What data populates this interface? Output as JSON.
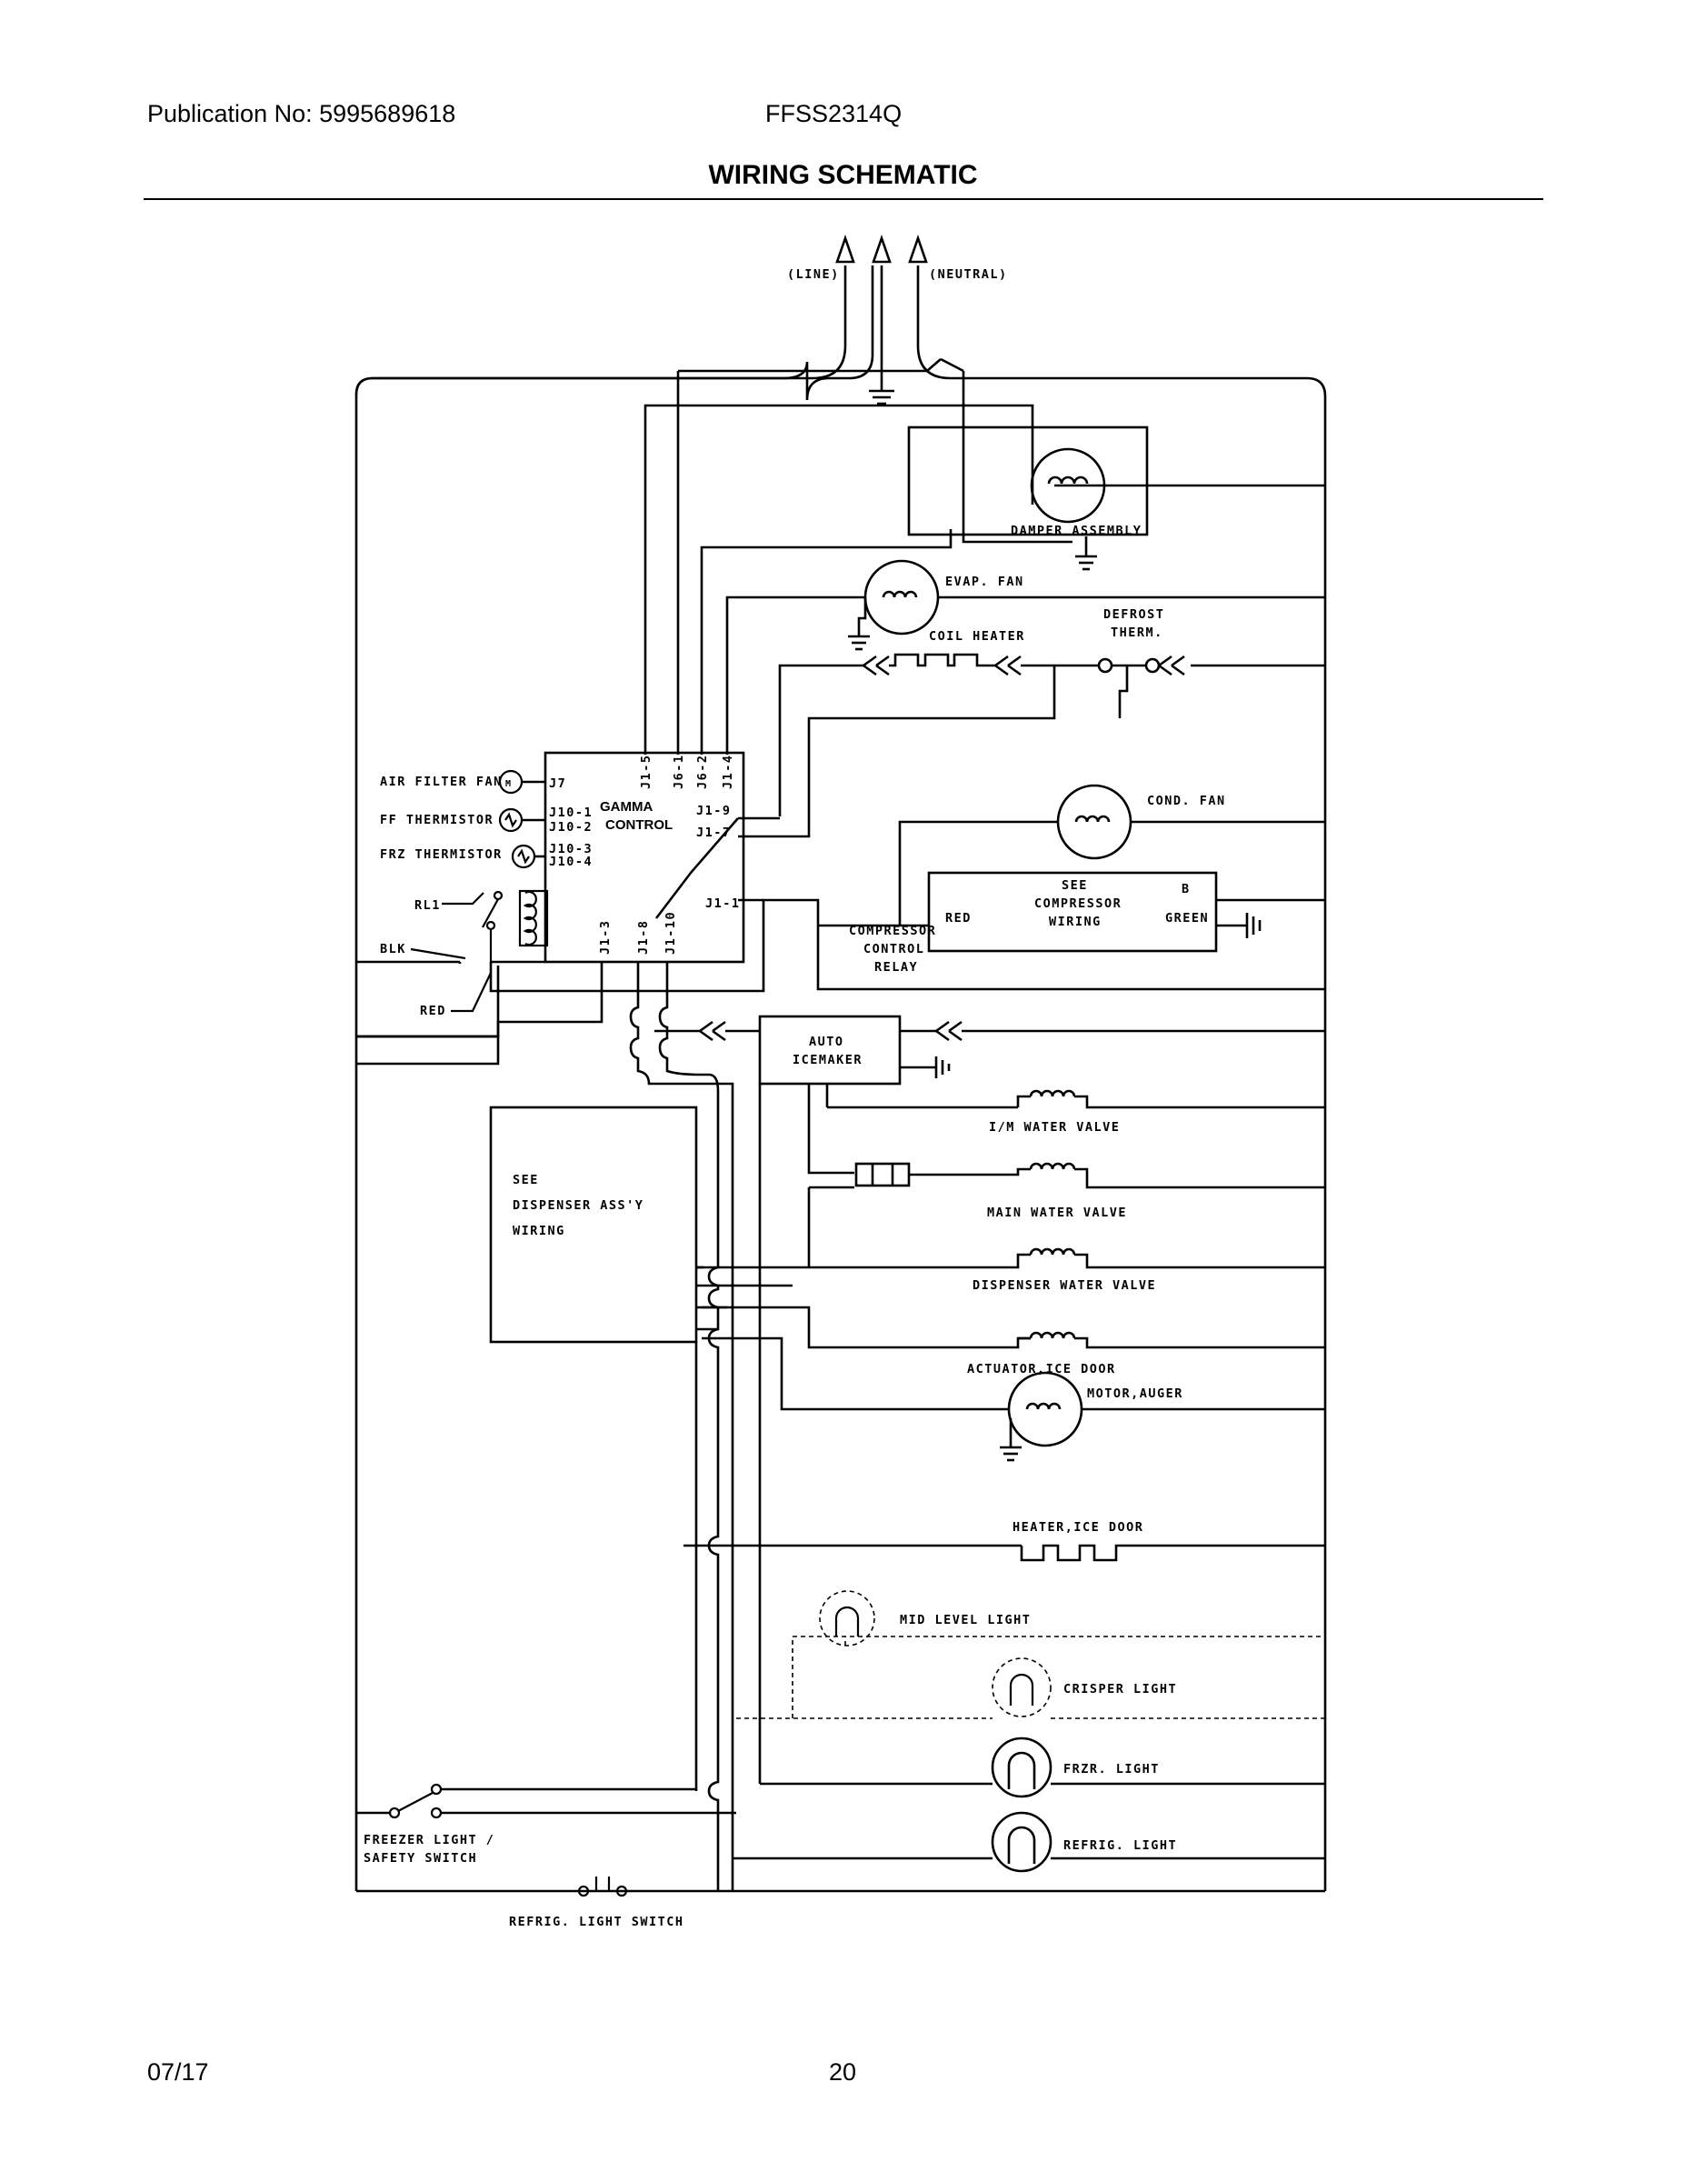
{
  "header": {
    "publication": "Publication No: 5995689618",
    "model": "FFSS2314Q",
    "title": "WIRING SCHEMATIC"
  },
  "footer": {
    "date": "07/17",
    "page": "20"
  },
  "diagram": {
    "power": {
      "line": "(LINE)",
      "neutral": "(NEUTRAL)"
    },
    "control": {
      "name": [
        "GAMMA",
        "CONTROL"
      ],
      "pins_top": [
        "J1-5",
        "J6-1",
        "J6-2",
        "J1-4"
      ],
      "pins_bottom": [
        "J1-3",
        "J1-8",
        "J1-10"
      ],
      "pins_left": [
        "J7",
        "J10-1",
        "J10-2",
        "J10-3",
        "J10-4"
      ],
      "pins_right": [
        "J1-9",
        "J1-7",
        "J1-1"
      ]
    },
    "inputs": {
      "air_filter_fan": "AIR FILTER FAN",
      "ff_thermistor": "FF THERMISTOR",
      "frz_thermistor": "FRZ THERMISTOR",
      "rl1": "RL1",
      "blk": "BLK",
      "red": "RED"
    },
    "components": {
      "damper": "DAMPER ASSEMBLY",
      "evap_fan": "EVAP. FAN",
      "coil_heater": "COIL HEATER",
      "defrost_therm": [
        "DEFROST",
        "THERM."
      ],
      "cond_fan": "COND. FAN",
      "compressor_box": [
        "SEE",
        "COMPRESSOR",
        "WIRING"
      ],
      "compressor_red": "RED",
      "compressor_b": "B",
      "compressor_green": "GREEN",
      "compressor_relay": [
        "COMPRESSOR",
        "CONTROL",
        "RELAY"
      ],
      "icemaker": [
        "AUTO",
        "ICEMAKER"
      ],
      "im_water_valve": "I/M WATER VALVE",
      "main_water_valve": "MAIN WATER VALVE",
      "dispenser_water_valve": "DISPENSER WATER VALVE",
      "actuator_ice_door": "ACTUATOR,ICE DOOR",
      "motor_auger": "MOTOR,AUGER",
      "heater_ice_door": "HEATER,ICE DOOR",
      "dispenser_box": [
        "SEE",
        "DISPENSER ASS'Y",
        "WIRING"
      ],
      "mid_level_light": "MID LEVEL LIGHT",
      "crisper_light": "CRISPER LIGHT",
      "frzr_light": "FRZR. LIGHT",
      "refrig_light": "REFRIG. LIGHT",
      "freezer_switch": [
        "FREEZER LIGHT /",
        "SAFETY SWITCH"
      ],
      "refrig_light_switch": "REFRIG. LIGHT SWITCH"
    }
  }
}
